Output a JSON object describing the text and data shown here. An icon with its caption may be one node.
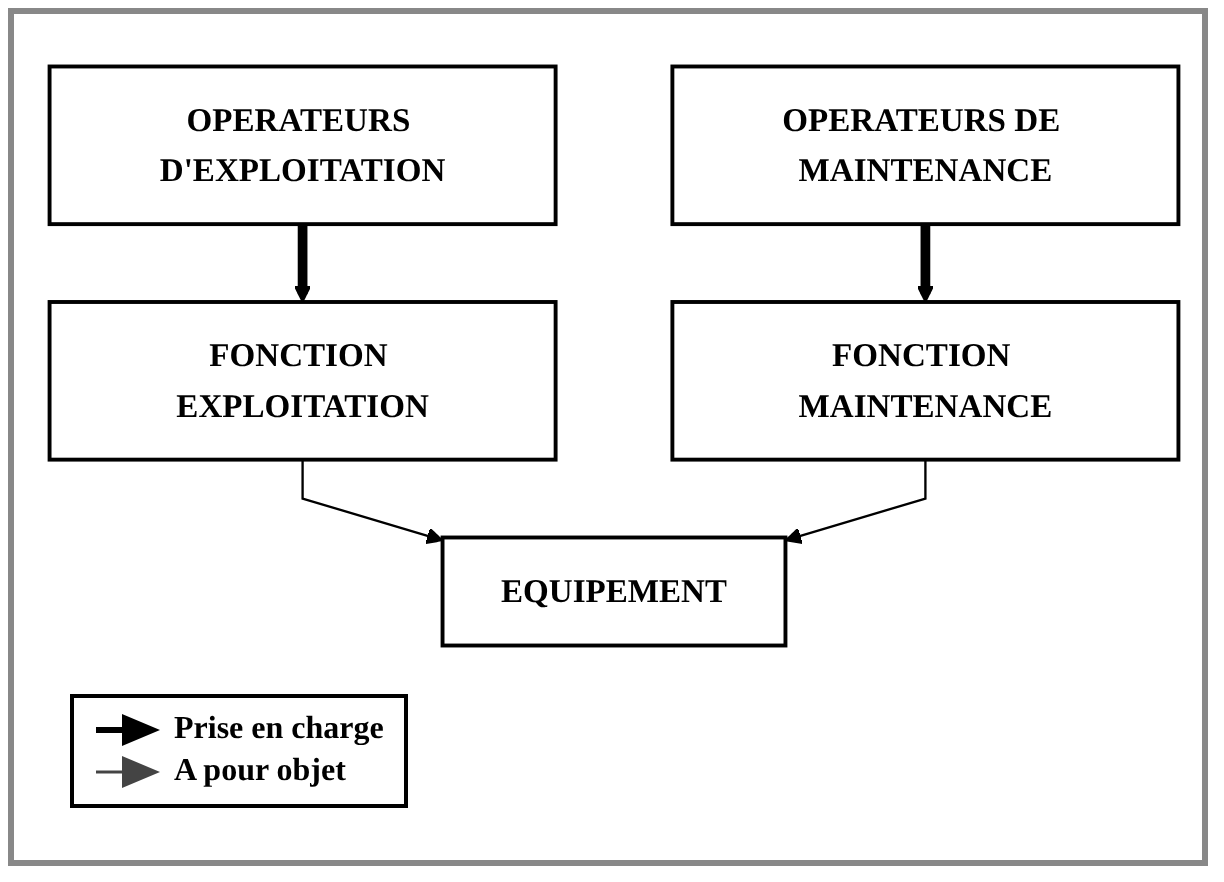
{
  "diagram": {
    "nodes": [
      {
        "text": [
          "OPERATEURS D'EXPLOITATION"
        ]
      },
      {
        "text": [
          "OPERATEURS DE MAINTENANCE"
        ]
      },
      {
        "text": [
          "FONCTION EXPLOITATION"
        ]
      },
      {
        "text": [
          "FONCTION MAINTENANCE"
        ]
      },
      {
        "text": [
          "EQUIPEMENT"
        ]
      }
    ],
    "edges": [
      {
        "from": 0,
        "to": 2,
        "arrow": "to",
        "style": "thick"
      },
      {
        "from": 1,
        "to": 3,
        "arrow": "to",
        "style": "thick"
      },
      {
        "from": 2,
        "to": 4,
        "arrow": "to"
      },
      {
        "from": 3,
        "to": 4,
        "arrow": "to"
      }
    ],
    "legend": [
      {
        "text": "Prise en charge"
      },
      {
        "text": "A pour objet"
      }
    ]
  }
}
